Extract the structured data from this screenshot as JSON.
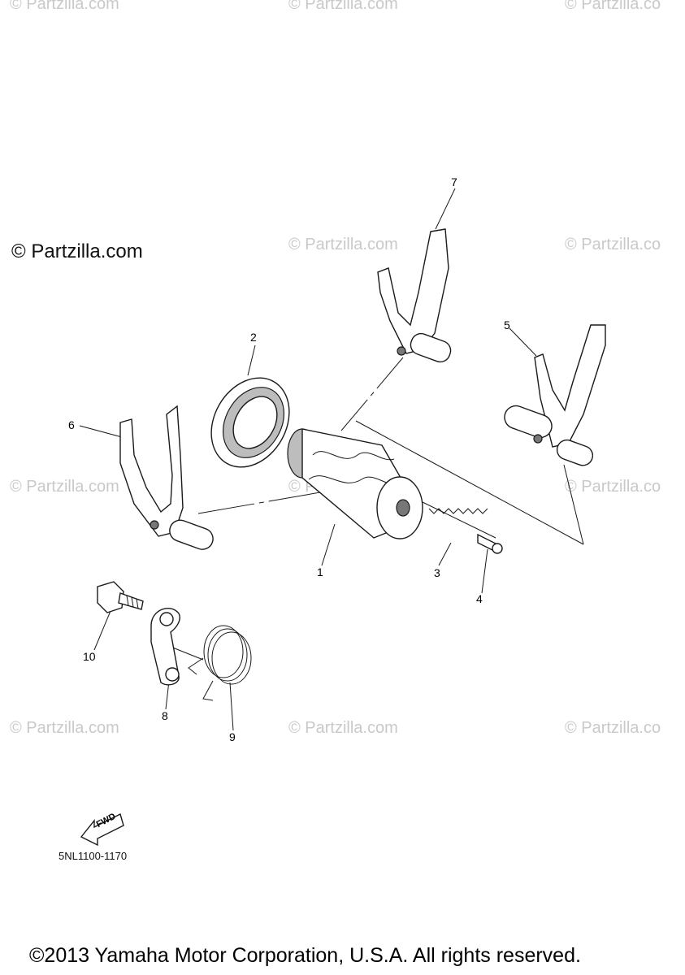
{
  "watermarks": [
    "© Partzilla.com",
    "© Partzilla.com",
    "© Partzilla.co",
    "© Partzilla.com",
    "© Partzilla.co",
    "© Partzilla.com",
    "© Partzilla.com",
    "© Partzilla.co",
    "© Partzilla.com",
    "© Partzilla.com",
    "© Partzilla.co"
  ],
  "brand_watermark": "© Partzilla.com",
  "callouts": {
    "n1": "1",
    "n2": "2",
    "n3": "3",
    "n4": "4",
    "n5": "5",
    "n6": "6",
    "n7": "7",
    "n8": "8",
    "n9": "9",
    "n10": "10"
  },
  "fwd_label": "FWD",
  "diagram_code": "5NL1100-1170",
  "copyright": "©2013 Yamaha Motor Corporation, U.S.A. All rights reserved."
}
